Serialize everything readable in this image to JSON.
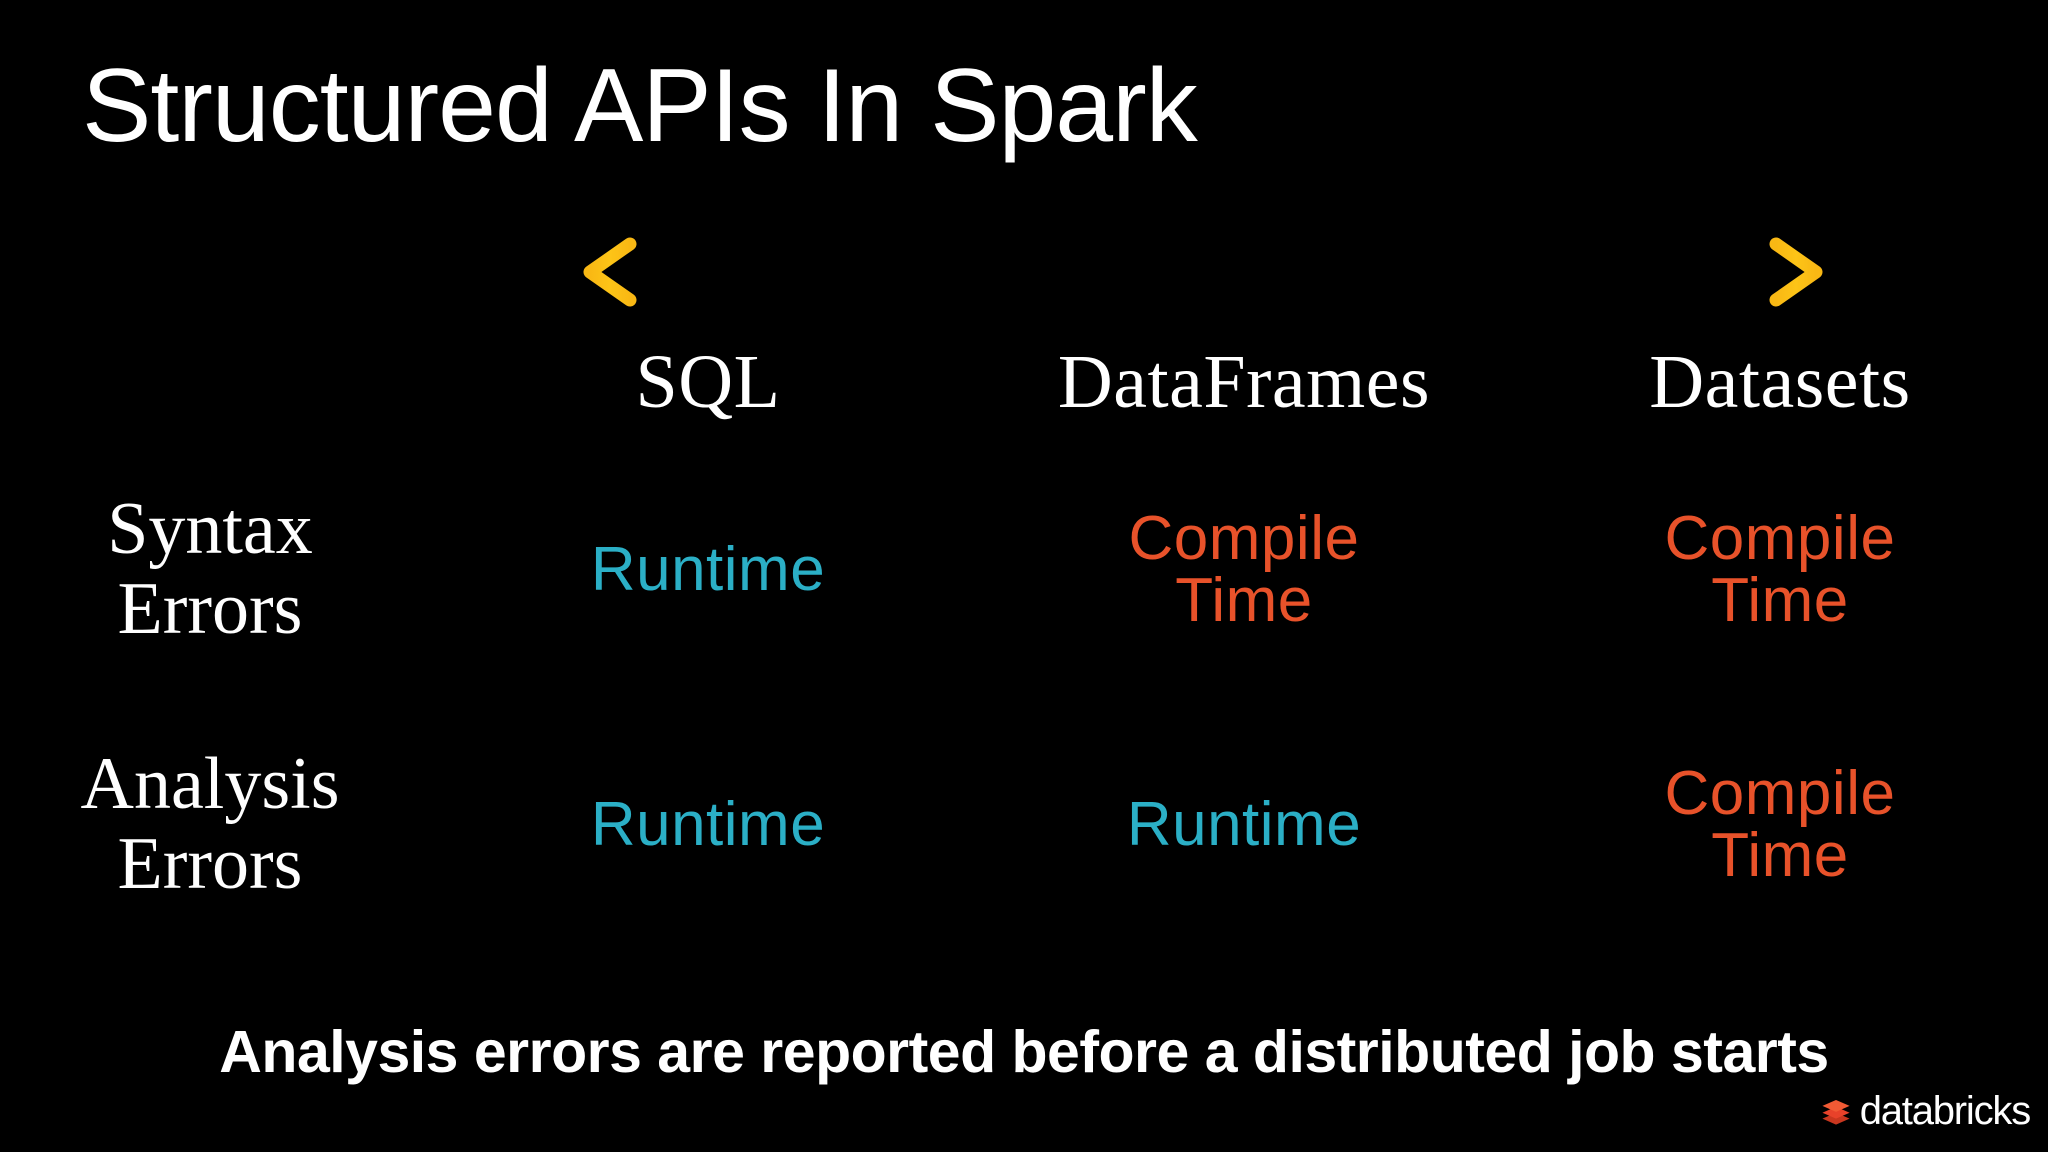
{
  "slide": {
    "title": "Structured APIs In Spark",
    "background_color": "#000000",
    "caption": "Analysis errors are reported before a distributed job starts"
  },
  "arrow": {
    "name": "double-headed-arrow",
    "color": "#F9B814",
    "direction": "bidirectional"
  },
  "colors": {
    "runtime": "#2BAFC6",
    "compile": "#E8522A",
    "arrow": "#F9B814",
    "text": "#FFFFFF",
    "logo_red": "#E8422A"
  },
  "matrix": {
    "corner_label": "",
    "columns": [
      "SQL",
      "DataFrames",
      "Datasets"
    ],
    "rows": [
      {
        "label_line1": "Syntax",
        "label_line2": "Errors",
        "cells": [
          {
            "line1": "Runtime",
            "line2": "",
            "kind": "runtime"
          },
          {
            "line1": "Compile",
            "line2": "Time",
            "kind": "compile"
          },
          {
            "line1": "Compile",
            "line2": "Time",
            "kind": "compile"
          }
        ]
      },
      {
        "label_line1": "Analysis",
        "label_line2": "Errors",
        "cells": [
          {
            "line1": "Runtime",
            "line2": "",
            "kind": "runtime"
          },
          {
            "line1": "Runtime",
            "line2": "",
            "kind": "runtime"
          },
          {
            "line1": "Compile",
            "line2": "Time",
            "kind": "compile"
          }
        ]
      }
    ]
  },
  "logo": {
    "text": "databricks",
    "mark_name": "databricks-stacked-layers-icon"
  }
}
